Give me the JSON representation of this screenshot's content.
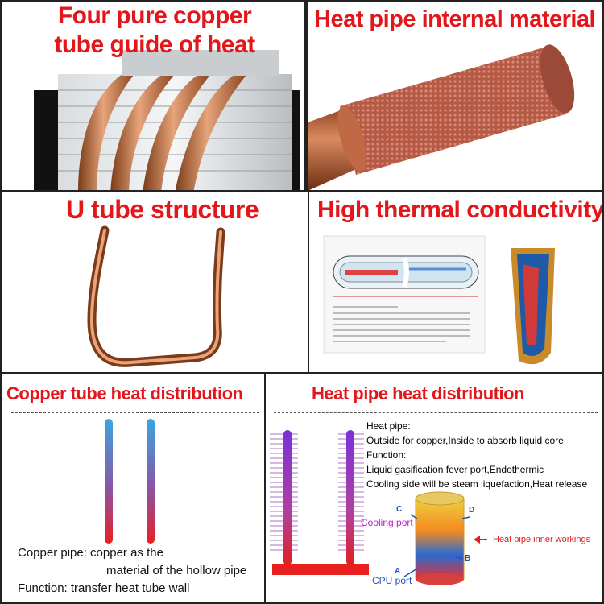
{
  "panels": {
    "p1": {
      "title_line1": "Four pure copper",
      "title_line2": "tube guide of heat"
    },
    "p2": {
      "title": "Heat pipe internal material"
    },
    "p3": {
      "title": "U tube structure"
    },
    "p4": {
      "title": "High thermal conductivity"
    },
    "p5": {
      "title": "Copper tube heat distribution",
      "caption_line1": "Copper pipe: copper as the",
      "caption_line2": "material of the hollow pipe",
      "caption_line3": "Function: transfer heat tube wall"
    },
    "p6": {
      "title": "Heat pipe heat distribution",
      "desc_line1": "Heat pipe:",
      "desc_line2": "Outside for copper,Inside to absorb liquid core",
      "desc_line3": "Function:",
      "desc_line4": "Liquid gasification fever port,Endothermic",
      "desc_line5": "Cooling side will be steam liquefaction,Heat release",
      "label_c": "C",
      "label_d": "D",
      "label_a": "A",
      "label_b": "B",
      "cooling_port": "Cooling port",
      "cpu_port": "CPU port",
      "inner_workings": "Heat pipe inner workings"
    }
  },
  "colors": {
    "title_red": "#e2161b",
    "copper": "#c67a4a"
  }
}
